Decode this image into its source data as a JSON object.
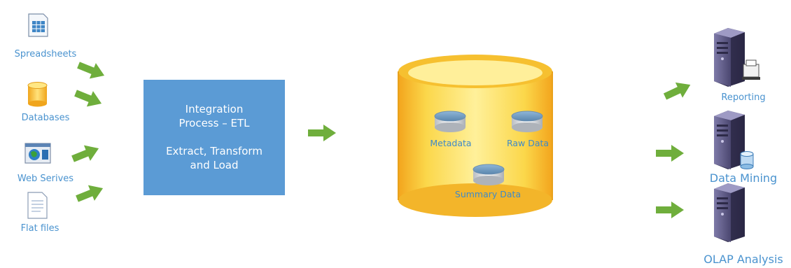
{
  "sources": [
    {
      "label": "Spreadsheets",
      "icon": "spreadsheet-icon"
    },
    {
      "label": "Databases",
      "icon": "database-icon"
    },
    {
      "label": "Web Serives",
      "icon": "web-service-icon"
    },
    {
      "label": "Flat files",
      "icon": "flat-file-icon"
    }
  ],
  "etl": {
    "line1": "Integration",
    "line2": "Process – ETL",
    "line3": "Extract, Transform",
    "line4": "and Load",
    "color": "#5b9bd5"
  },
  "warehouse": {
    "icon": "data-warehouse-icon",
    "items": [
      {
        "label": "Metadata",
        "icon": "metadata-disk-icon"
      },
      {
        "label": "Raw Data",
        "icon": "raw-data-disk-icon"
      },
      {
        "label": "Summary Data",
        "icon": "summary-data-disk-icon"
      }
    ],
    "fill_color": "#f6cf2f",
    "rim_color": "#f0a91c"
  },
  "outputs": [
    {
      "label": "Reporting",
      "icon": "reporting-server-icon"
    },
    {
      "label": "Data Mining",
      "icon": "data-mining-server-icon"
    },
    {
      "label": "OLAP Analysis",
      "icon": "olap-server-icon"
    }
  ],
  "arrow_color": "#6fae3c",
  "label_color": "#4a93cf"
}
